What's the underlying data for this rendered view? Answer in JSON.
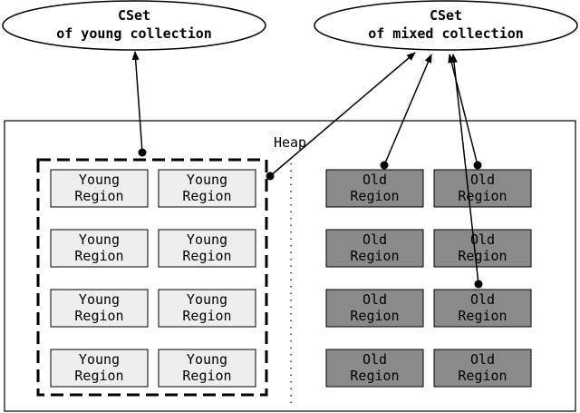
{
  "cset_young": {
    "line1": "CSet",
    "line2": "of young collection"
  },
  "cset_mixed": {
    "line1": "CSet",
    "line2": "of mixed collection"
  },
  "heap": {
    "label": "Heap"
  },
  "young_regions": [
    {
      "line1": "Young",
      "line2": "Region"
    },
    {
      "line1": "Young",
      "line2": "Region"
    },
    {
      "line1": "Young",
      "line2": "Region"
    },
    {
      "line1": "Young",
      "line2": "Region"
    },
    {
      "line1": "Young",
      "line2": "Region"
    },
    {
      "line1": "Young",
      "line2": "Region"
    },
    {
      "line1": "Young",
      "line2": "Region"
    },
    {
      "line1": "Young",
      "line2": "Region"
    }
  ],
  "old_regions": [
    {
      "line1": "Old",
      "line2": "Region"
    },
    {
      "line1": "Old",
      "line2": "Region"
    },
    {
      "line1": "Old",
      "line2": "Region"
    },
    {
      "line1": "Old",
      "line2": "Region"
    },
    {
      "line1": "Old",
      "line2": "Region"
    },
    {
      "line1": "Old",
      "line2": "Region"
    },
    {
      "line1": "Old",
      "line2": "Region"
    },
    {
      "line1": "Old",
      "line2": "Region"
    }
  ],
  "colors": {
    "young_fill": "#eeeeee",
    "old_fill": "#8a8a8a",
    "stroke": "#000000"
  }
}
